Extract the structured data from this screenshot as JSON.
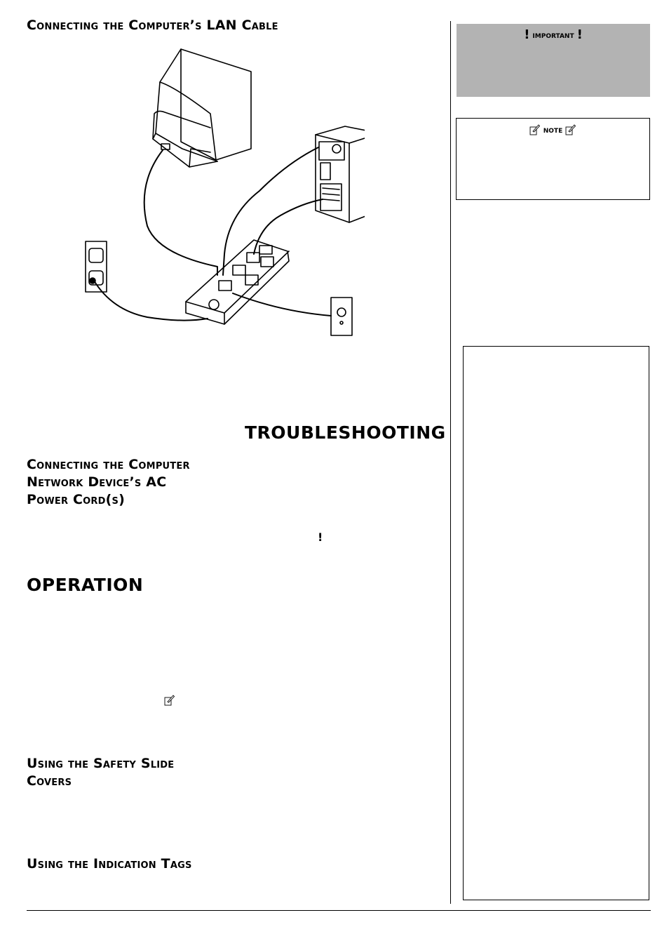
{
  "sections": {
    "lan_heading": "Connecting the Computer’s LAN Cable",
    "troubleshooting_heading": "TROUBLESHOOTING",
    "power_heading_lines": [
      "Connecting the Computer",
      "Network Device’s AC",
      "Power Cord(s)"
    ],
    "operation_heading": "OPERATION",
    "safety_heading_lines": [
      "Using the Safety Slide",
      "Covers"
    ],
    "tags_heading": "Using the Indication Tags",
    "inline_exclamation": "!"
  },
  "sidebar": {
    "important_label": "important",
    "important_mark": "!",
    "note_label": "note"
  },
  "figure": {
    "icons": [
      "crt-monitor-icon",
      "computer-tower-icon",
      "wall-outlet-icon",
      "surge-protector-icon",
      "phone-jack-icon"
    ]
  }
}
